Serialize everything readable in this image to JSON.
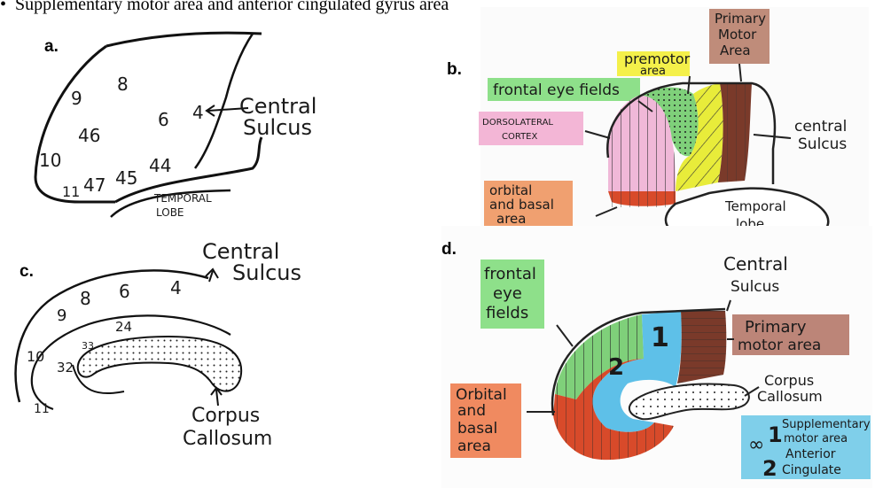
{
  "caption": "Supplementary motor area and anterior cingulated gyrus area",
  "panels": {
    "a": {
      "letter": "a.",
      "numbers": [
        "9",
        "8",
        "6",
        "4",
        "46",
        "10",
        "11",
        "47",
        "45",
        "44"
      ],
      "central_sulcus": [
        "Central",
        "Sulcus"
      ],
      "temporal_lobe": [
        "TEMPORAL",
        "LOBE"
      ]
    },
    "b": {
      "letter": "b.",
      "premotor": [
        "premotor",
        "area"
      ],
      "primary_motor": [
        "Primary",
        "Motor",
        "Area"
      ],
      "frontal_eye_fields": "frontal eye fields",
      "dorsolateral": [
        "DORSOLATERAL",
        "CORTEX"
      ],
      "central_sulcus": [
        "central",
        "Sulcus"
      ],
      "orbital": [
        "orbital",
        "and basal",
        "area"
      ],
      "temporal_lobe": [
        "Temporal",
        "lobe"
      ],
      "colors": {
        "premotor": "#e8ec3a",
        "primary_motor": "#7a3a2a",
        "frontal_eye_fields": "#7fd07a",
        "dorsolateral": "#f0b8d8",
        "orbital": "#d84a2a"
      }
    },
    "c": {
      "letter": "c.",
      "central_sulcus": [
        "Central",
        "Sulcus"
      ],
      "numbers": [
        "9",
        "8",
        "6",
        "4",
        "24",
        "10",
        "33",
        "32",
        "11"
      ],
      "corpus_callosum": [
        "Corpus",
        "Callosum"
      ]
    },
    "d": {
      "letter": "d.",
      "frontal_eye_fields": [
        "frontal",
        "eye",
        "fields"
      ],
      "central_sulcus": [
        "Central",
        "Sulcus"
      ],
      "primary_motor": [
        "Primary",
        "motor area"
      ],
      "corpus_callosum": [
        "Corpus",
        "Callosum"
      ],
      "orbital": [
        "Orbital",
        "and",
        "basal",
        "area"
      ],
      "region_1": "1",
      "region_2": "2",
      "legend": {
        "symbol": "∞",
        "one_num": "1",
        "one_text": [
          "Supplementary",
          "motor area"
        ],
        "two_num": "2",
        "two_text": [
          "Anterior",
          "Cingulate"
        ]
      },
      "colors": {
        "frontal_eye_fields": "#7fd07a",
        "primary_motor": "#7a3a2a",
        "supplementary": "#5ec0e8",
        "orbital": "#d84a2a"
      }
    }
  }
}
